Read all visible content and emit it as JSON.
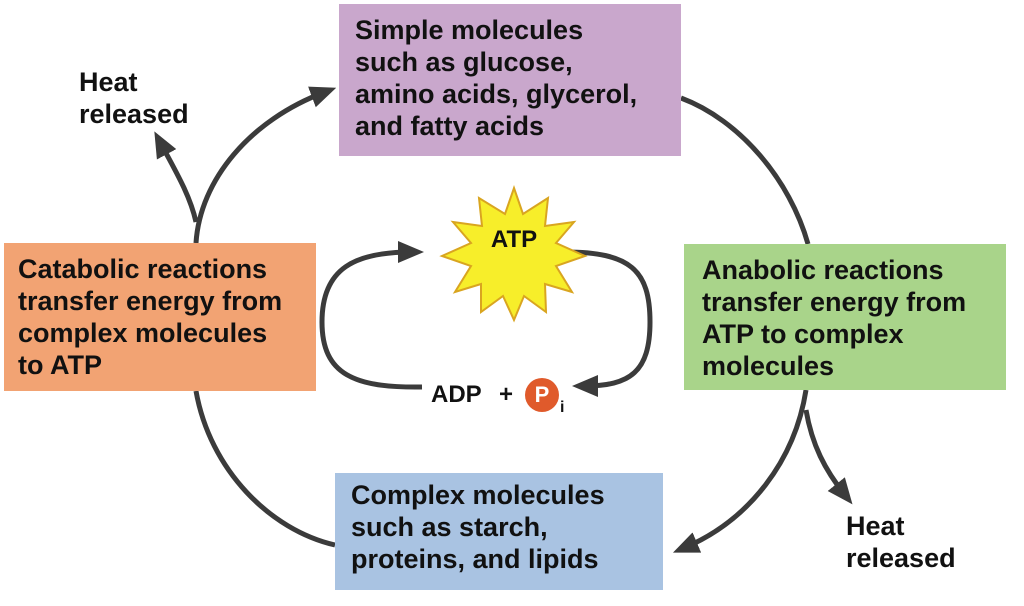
{
  "boxes": {
    "simple_molecules": {
      "lines": [
        "Simple molecules",
        "such as glucose,",
        "amino acids, glycerol,",
        "and fatty acids"
      ],
      "color": "#c9a7cc"
    },
    "catabolic": {
      "lines": [
        "Catabolic reactions",
        "transfer energy from",
        "complex molecules",
        "to ATP"
      ],
      "color": "#f2a373"
    },
    "anabolic": {
      "lines": [
        "Anabolic reactions",
        "transfer energy from",
        "ATP to complex",
        "molecules"
      ],
      "color": "#a9d48a"
    },
    "complex_molecules": {
      "lines": [
        "Complex molecules",
        "such as starch,",
        "proteins, and lipids"
      ],
      "color": "#a9c3e2"
    }
  },
  "heat_top": {
    "lines": [
      "Heat",
      "released"
    ]
  },
  "heat_bottom": {
    "lines": [
      "Heat",
      "released"
    ]
  },
  "atp": {
    "label": "ATP",
    "burst_color": "#f7ee2a"
  },
  "adp": {
    "label": "ADP",
    "plus": "+",
    "phosphate": "P",
    "phosphate_subscript": "i",
    "phosphate_color": "#e05a2b"
  },
  "colors": {
    "arrow": "#3b3b3b"
  }
}
